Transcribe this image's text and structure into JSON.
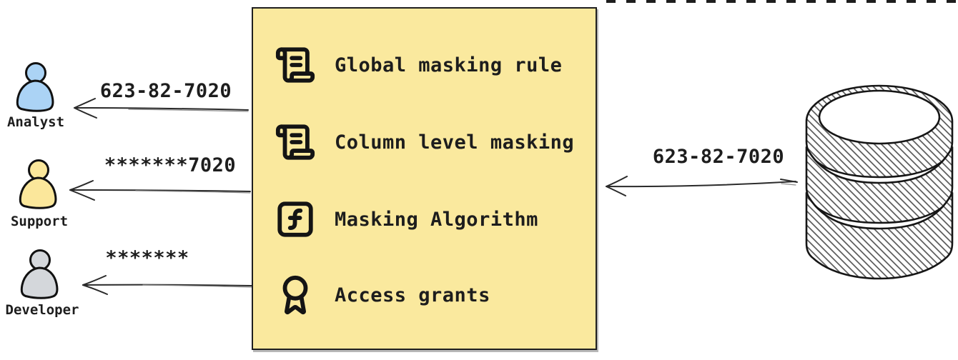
{
  "diagram": {
    "title_hint": "data masking flow",
    "personas": [
      {
        "name": "Analyst",
        "received_value": "623-82-7020",
        "fill": "#abd3f5"
      },
      {
        "name": "Support",
        "received_value": "*******7020",
        "fill": "#fbe79b"
      },
      {
        "name": "Developer",
        "received_value": "*******",
        "fill": "#d4d7db"
      }
    ],
    "rule_box": {
      "fill": "#fae99e",
      "border": "#1f1f1f",
      "items": [
        {
          "icon": "scroll-text-icon",
          "label": "Global masking rule"
        },
        {
          "icon": "scroll-text-icon",
          "label": "Column level masking"
        },
        {
          "icon": "function-square-icon",
          "label": "Masking Algorithm"
        },
        {
          "icon": "award-icon",
          "label": "Access grants"
        }
      ]
    },
    "source": {
      "icon": "database-icon",
      "sent_value": "623-82-7020"
    }
  }
}
